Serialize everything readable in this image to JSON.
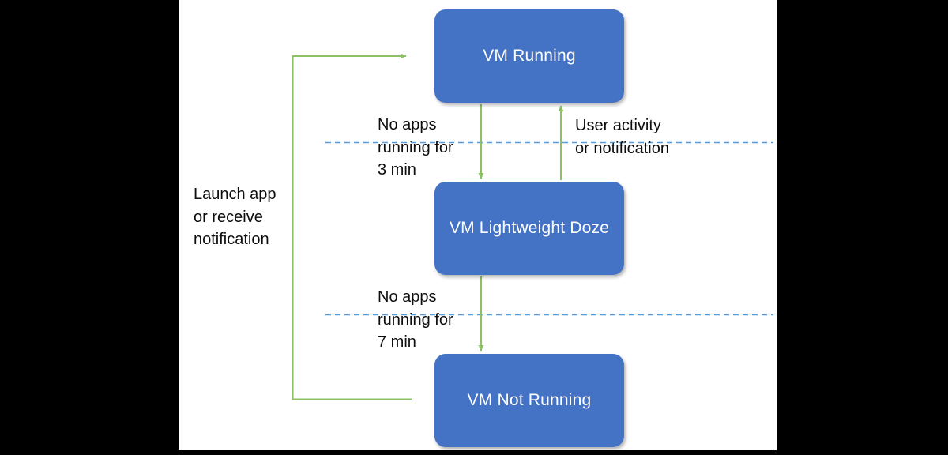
{
  "diagram": {
    "type": "state-transition-diagram",
    "canvas_background": "#ffffff",
    "page_background": "#000000",
    "state_fill": "#4472C4",
    "state_text_color": "#ffffff",
    "arrow_color": "#8CC063",
    "separator_color": "#5B9BD5",
    "caption_color": "#0d0d0d",
    "states": [
      {
        "id": "vm-running",
        "label": "VM Running"
      },
      {
        "id": "vm-light-doze",
        "label": "VM Lightweight Doze"
      },
      {
        "id": "vm-not-running",
        "label": "VM Not Running"
      }
    ],
    "transitions": [
      {
        "id": "running-to-doze",
        "from": "VM Running",
        "to": "VM Lightweight Doze",
        "label_lines": [
          "No apps",
          "running for",
          "3 min"
        ],
        "label": "No apps running for 3 min"
      },
      {
        "id": "doze-to-running",
        "from": "VM Lightweight Doze",
        "to": "VM Running",
        "label_lines": [
          "User activity",
          "or notification"
        ],
        "label": "User activity or notification"
      },
      {
        "id": "doze-to-not-running",
        "from": "VM Lightweight Doze",
        "to": "VM Not Running",
        "label_lines": [
          "No apps",
          "running for",
          "7 min"
        ],
        "label": "No apps running for 7 min"
      },
      {
        "id": "not-running-to-running",
        "from": "VM Not Running",
        "to": "VM Running",
        "label_lines": [
          "Launch app",
          "or receive",
          "notification"
        ],
        "label": "Launch app or receive notification"
      }
    ],
    "separators": [
      {
        "id": "separator-upper",
        "style": "dashed"
      },
      {
        "id": "separator-lower",
        "style": "dashed"
      }
    ]
  }
}
